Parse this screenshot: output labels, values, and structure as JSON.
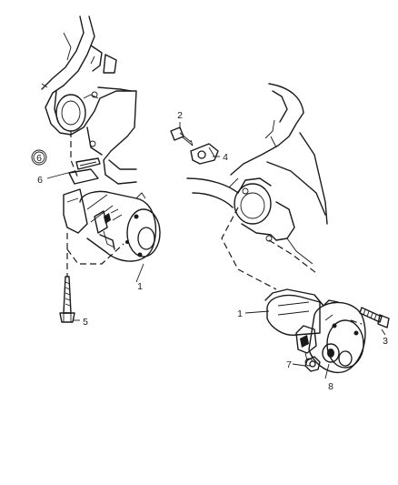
{
  "callouts": {
    "left_starter": "1",
    "left_bolt": "5",
    "left_bracket": "6",
    "left_bracket_ref": "6",
    "right_starter": "1",
    "right_bolt_small": "2",
    "right_bolt": "3",
    "right_clip": "4",
    "right_nut": "7",
    "right_terminal": "8"
  }
}
